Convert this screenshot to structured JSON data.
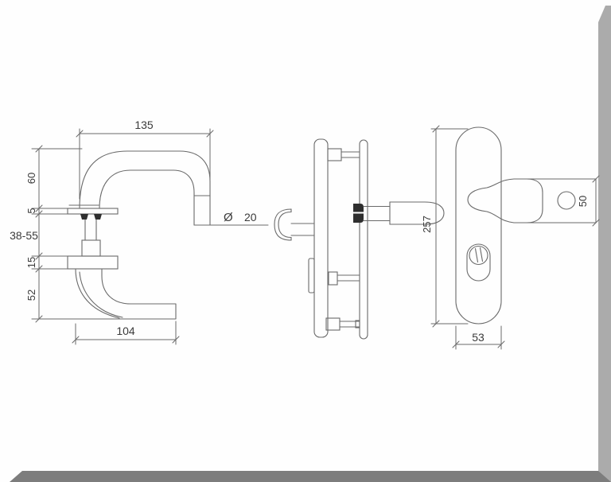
{
  "page": {
    "background": "#fefefe",
    "shadow_right_color": "#ababab",
    "shadow_bottom_color": "#7d7d7d"
  },
  "drawing": {
    "line_color": "#6a6a6a",
    "text_color": "#3a3a3a",
    "dark_fill": "#2f2f2f"
  },
  "side_view": {
    "width_top": "135",
    "height_top": "60",
    "rose_top_thickness": "5",
    "spindle_range": "38-55",
    "rose_bottom_thickness": "15",
    "height_bottom": "52",
    "width_bottom": "104",
    "diameter_symbol": "Ø",
    "diameter_value": "20"
  },
  "front_view": {
    "plate_height": "257",
    "plate_width": "53",
    "knob_height": "50"
  }
}
